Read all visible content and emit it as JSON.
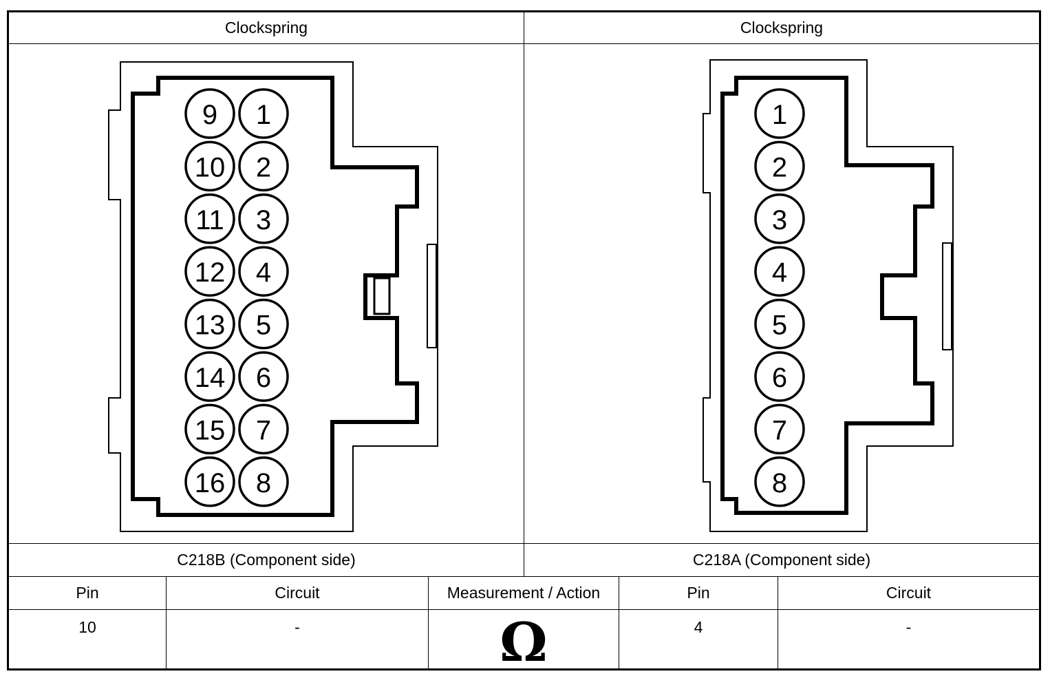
{
  "left_panel": {
    "header": "Clockspring",
    "connector_label": "C218B (Component side)",
    "pins_left_column": [
      "9",
      "10",
      "11",
      "12",
      "13",
      "14",
      "15",
      "16"
    ],
    "pins_right_column": [
      "1",
      "2",
      "3",
      "4",
      "5",
      "6",
      "7",
      "8"
    ]
  },
  "right_panel": {
    "header": "Clockspring",
    "connector_label": "C218A (Component side)",
    "pins": [
      "1",
      "2",
      "3",
      "4",
      "5",
      "6",
      "7",
      "8"
    ]
  },
  "table": {
    "headers": [
      "Pin",
      "Circuit",
      "Measurement / Action",
      "Pin",
      "Circuit"
    ],
    "rows": [
      {
        "pin_a": "10",
        "circuit_a": "-",
        "action_symbol": "Ω",
        "pin_b": "4",
        "circuit_b": "-"
      }
    ]
  }
}
